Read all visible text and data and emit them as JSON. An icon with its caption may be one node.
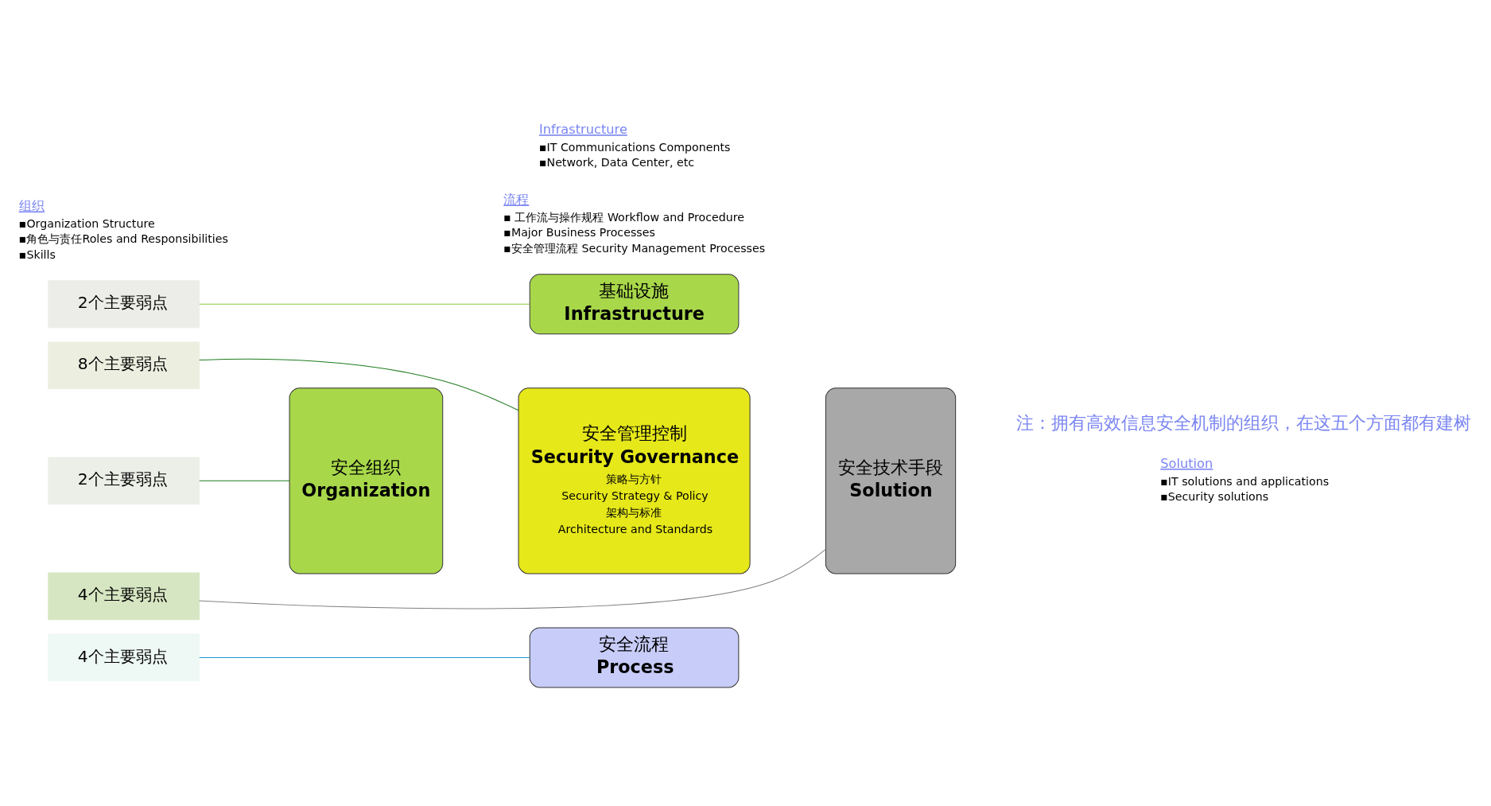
{
  "diagram": {
    "nodes": [
      {
        "text": [
          "4个主要弱点"
        ]
      },
      {
        "text": [
          "8个主要弱点"
        ]
      },
      {
        "text": [
          "2个主要弱点"
        ]
      },
      {
        "text": [
          "2个主要弱点"
        ]
      },
      {
        "text": [
          "4个主要弱点"
        ]
      },
      {
        "text": [
          "安全流程",
          "Process"
        ]
      },
      {
        "text": [
          "安全组织",
          "Organization"
        ]
      },
      {
        "text": [
          "安全管理控制",
          "Security Governance",
          "策略与方针",
          "Security Strategy & Policy",
          "架构与标准",
          "Architecture and Standards"
        ]
      },
      {
        "text": [
          "安全技术手段",
          "Solution"
        ]
      },
      {
        "text": [
          "基础设施",
          "Infrastructure"
        ]
      }
    ],
    "edges": [
      {
        "from": 0,
        "to": 5,
        "arrow": "none",
        "color": "#1a9bd7"
      },
      {
        "from": 1,
        "to": 7,
        "arrow": "none",
        "color": "#1e7b1e"
      },
      {
        "from": 2,
        "to": 6,
        "arrow": "none",
        "color": "#1e7b1e"
      },
      {
        "from": 3,
        "to": 9,
        "arrow": "none",
        "color": "#8cc63f"
      },
      {
        "from": 4,
        "to": 8,
        "arrow": "none",
        "color": "#808080"
      }
    ],
    "labels": [
      "流程",
      "▪ 工作流与操作规程 Workflow and Procedure",
      "▪Major Business Processes",
      "▪安全管理流程 Security Management Processes",
      "Solution",
      "▪IT solutions and applications",
      "▪Security solutions",
      "组织",
      "▪Organization Structure",
      "▪角色与责任Roles and Responsibilities",
      "▪Skills",
      "注：拥有高效信息安全机制的组织，在这五个方面都有建树",
      "Infrastructure",
      "▪IT Communications Components",
      "▪Network, Data Center, etc"
    ]
  }
}
